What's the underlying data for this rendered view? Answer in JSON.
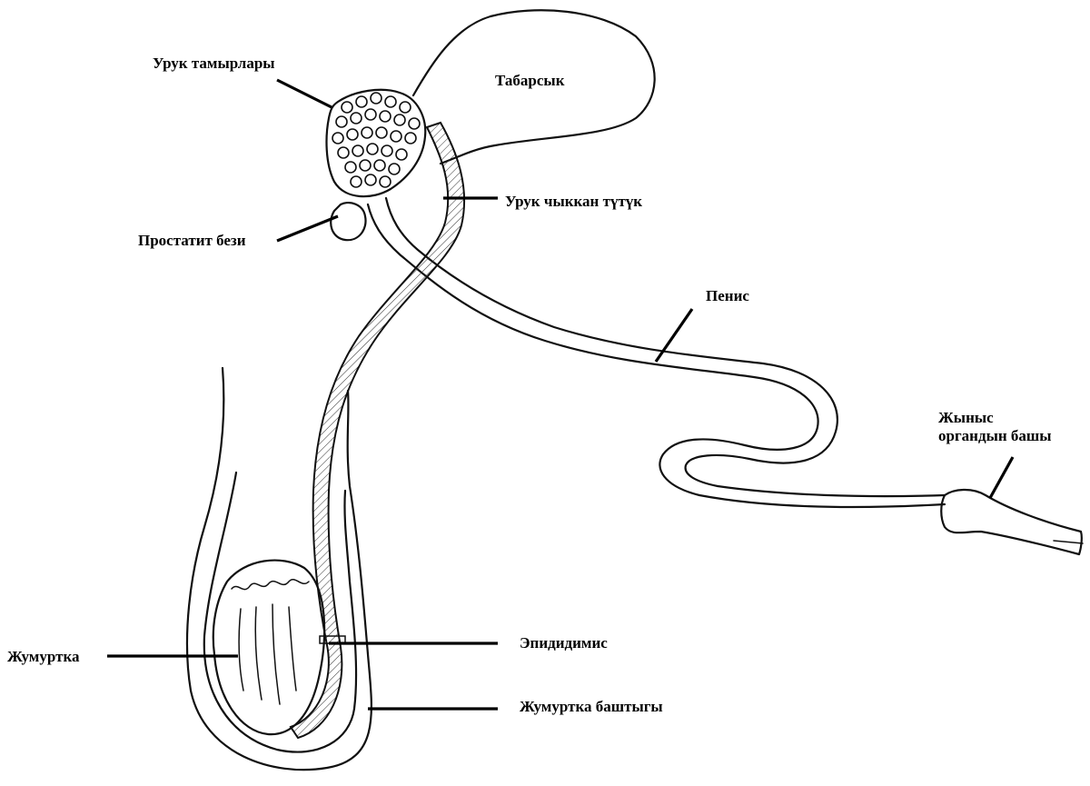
{
  "labels": {
    "seminal_vesicles": "Урук тамырлары",
    "bladder": "Табарсык",
    "vas_deferens": "Урук чыккан түтүк",
    "prostate": "Простатит бези",
    "penis": "Пенис",
    "glans_line1": "Жыныс",
    "glans_line2": "органдын башы",
    "testis": "Жумуртка",
    "epididymis": "Эпидидимис",
    "scrotum": "Жумуртка баштыгы"
  },
  "colors": {
    "line": "#111111",
    "text": "#000000",
    "background": "#ffffff"
  }
}
